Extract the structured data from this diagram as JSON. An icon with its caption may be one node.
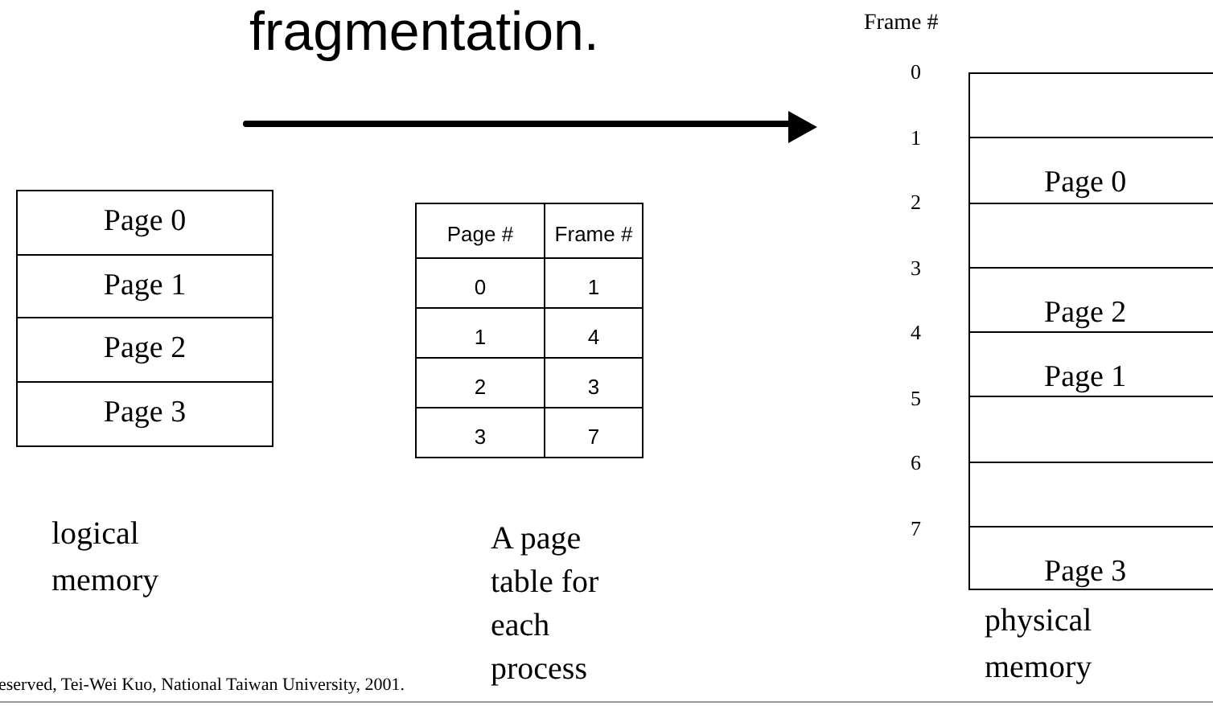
{
  "diagram": {
    "nodes": [
      {
        "text": [],
        "shape": "box",
        "beside": [
          "logical memory"
        ]
      },
      {
        "text": [
          "Page 0"
        ],
        "in": 0
      },
      {
        "text": [
          "Page 1"
        ],
        "in": 0
      },
      {
        "text": [
          "Page 2"
        ],
        "in": 0
      },
      {
        "text": [
          "Page 3"
        ],
        "in": 0
      },
      {
        "text": [],
        "shape": "box",
        "beside": [
          "physical memory"
        ]
      },
      {
        "text": [],
        "shape": "box",
        "in": 5
      },
      {
        "text": [
          "Page 0"
        ],
        "in": 5
      },
      {
        "text": [],
        "shape": "box",
        "in": 5
      },
      {
        "text": [
          "Page 2"
        ],
        "in": 5
      },
      {
        "text": [
          "Page 1"
        ],
        "in": 5
      },
      {
        "text": [],
        "shape": "box",
        "in": 5
      },
      {
        "text": [],
        "shape": "box",
        "in": 5
      },
      {
        "text": [
          "Page 3"
        ],
        "in": 5
      }
    ],
    "labels": [
      "fragmentation.",
      "Frame #",
      "0",
      "1",
      "2",
      "3",
      "4",
      "5",
      "6",
      "7",
      "Page #",
      "Frame #",
      "0",
      "1",
      "1",
      "4",
      "2",
      "3",
      "3",
      "7",
      "A page table for each process",
      "eserved, Tei-Wei Kuo, National Taiwan University, 2001."
    ]
  }
}
